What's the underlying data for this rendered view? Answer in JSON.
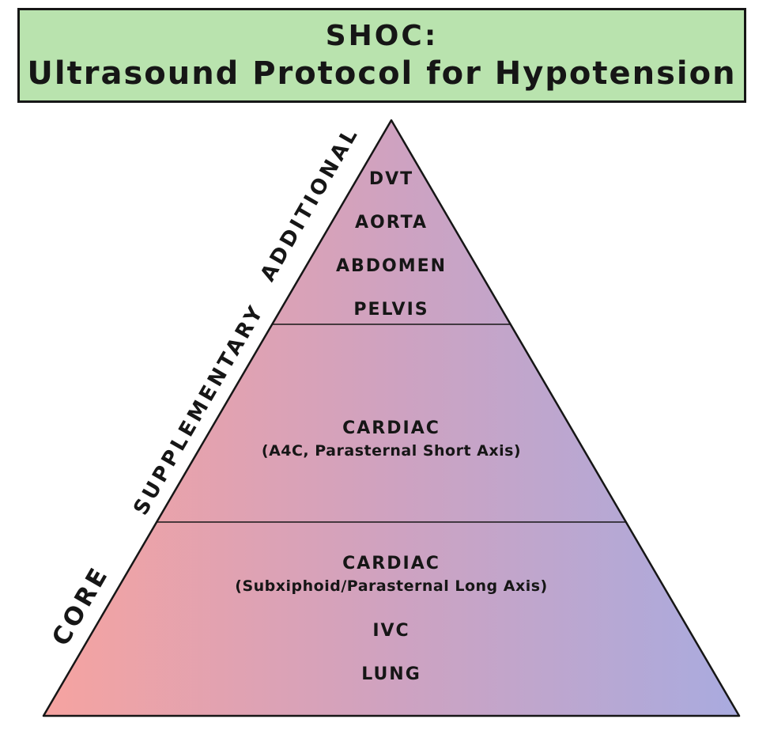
{
  "header": {
    "title_line1": "SHOC:",
    "title_line2": "Ultrasound Protocol for Hypotension",
    "bg_color": "#b9e3ae",
    "border_color": "#161616"
  },
  "pyramid": {
    "gradient_left": "#f6a3a0",
    "gradient_mid": "#cfa2c0",
    "gradient_right": "#a9abdf",
    "outline_color": "#161616",
    "tiers": [
      {
        "side_label": "ADDITIONAL",
        "items": [
          "DVT",
          "AORTA",
          "ABDOMEN",
          "PELVIS"
        ]
      },
      {
        "side_label": "SUPPLEMENTARY",
        "items": [
          "CARDIAC",
          "(A4C, Parasternal Short Axis)"
        ]
      },
      {
        "side_label": "CORE",
        "items": [
          "CARDIAC",
          "(Subxiphoid/Parasternal Long Axis)",
          "IVC",
          "LUNG"
        ]
      }
    ]
  }
}
